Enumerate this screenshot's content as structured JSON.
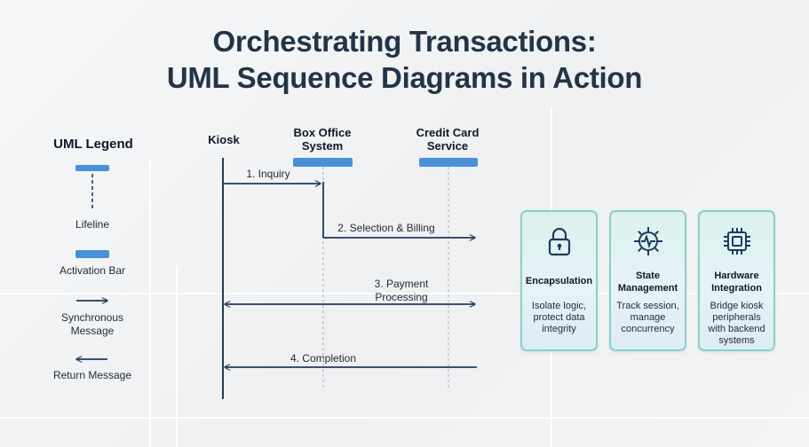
{
  "title": {
    "line1": "Orchestrating Transactions:",
    "line2": "UML Sequence Diagrams in Action"
  },
  "legend": {
    "title": "UML Legend",
    "items": [
      {
        "label": "Lifeline"
      },
      {
        "label": "Activation Bar"
      },
      {
        "label": "Synchronous Message"
      },
      {
        "label": "Return Message"
      }
    ]
  },
  "actors": [
    {
      "name": "Kiosk"
    },
    {
      "name": "Box Office System"
    },
    {
      "name": "Credit Card Service"
    }
  ],
  "messages": [
    {
      "label": "1. Inquiry"
    },
    {
      "label": "2. Selection & Billing"
    },
    {
      "label": "3. Payment Processing"
    },
    {
      "label": "4. Completion"
    }
  ],
  "cards": [
    {
      "icon": "padlock-icon",
      "title": "Encapsulation",
      "description": "Isolate logic, protect data integrity"
    },
    {
      "icon": "gear-pulse-icon",
      "title": "State Management",
      "description": "Track session, manage concurrency"
    },
    {
      "icon": "microchip-icon",
      "title": "Hardware Integration",
      "description": "Bridge kiosk peripherals with backend systems"
    }
  ],
  "colors": {
    "title": "#243447",
    "lifeline": "#1e3a5f",
    "activation": "#4a90d9",
    "card_border": "#86d2c6",
    "icon": "#1e3a5f"
  }
}
